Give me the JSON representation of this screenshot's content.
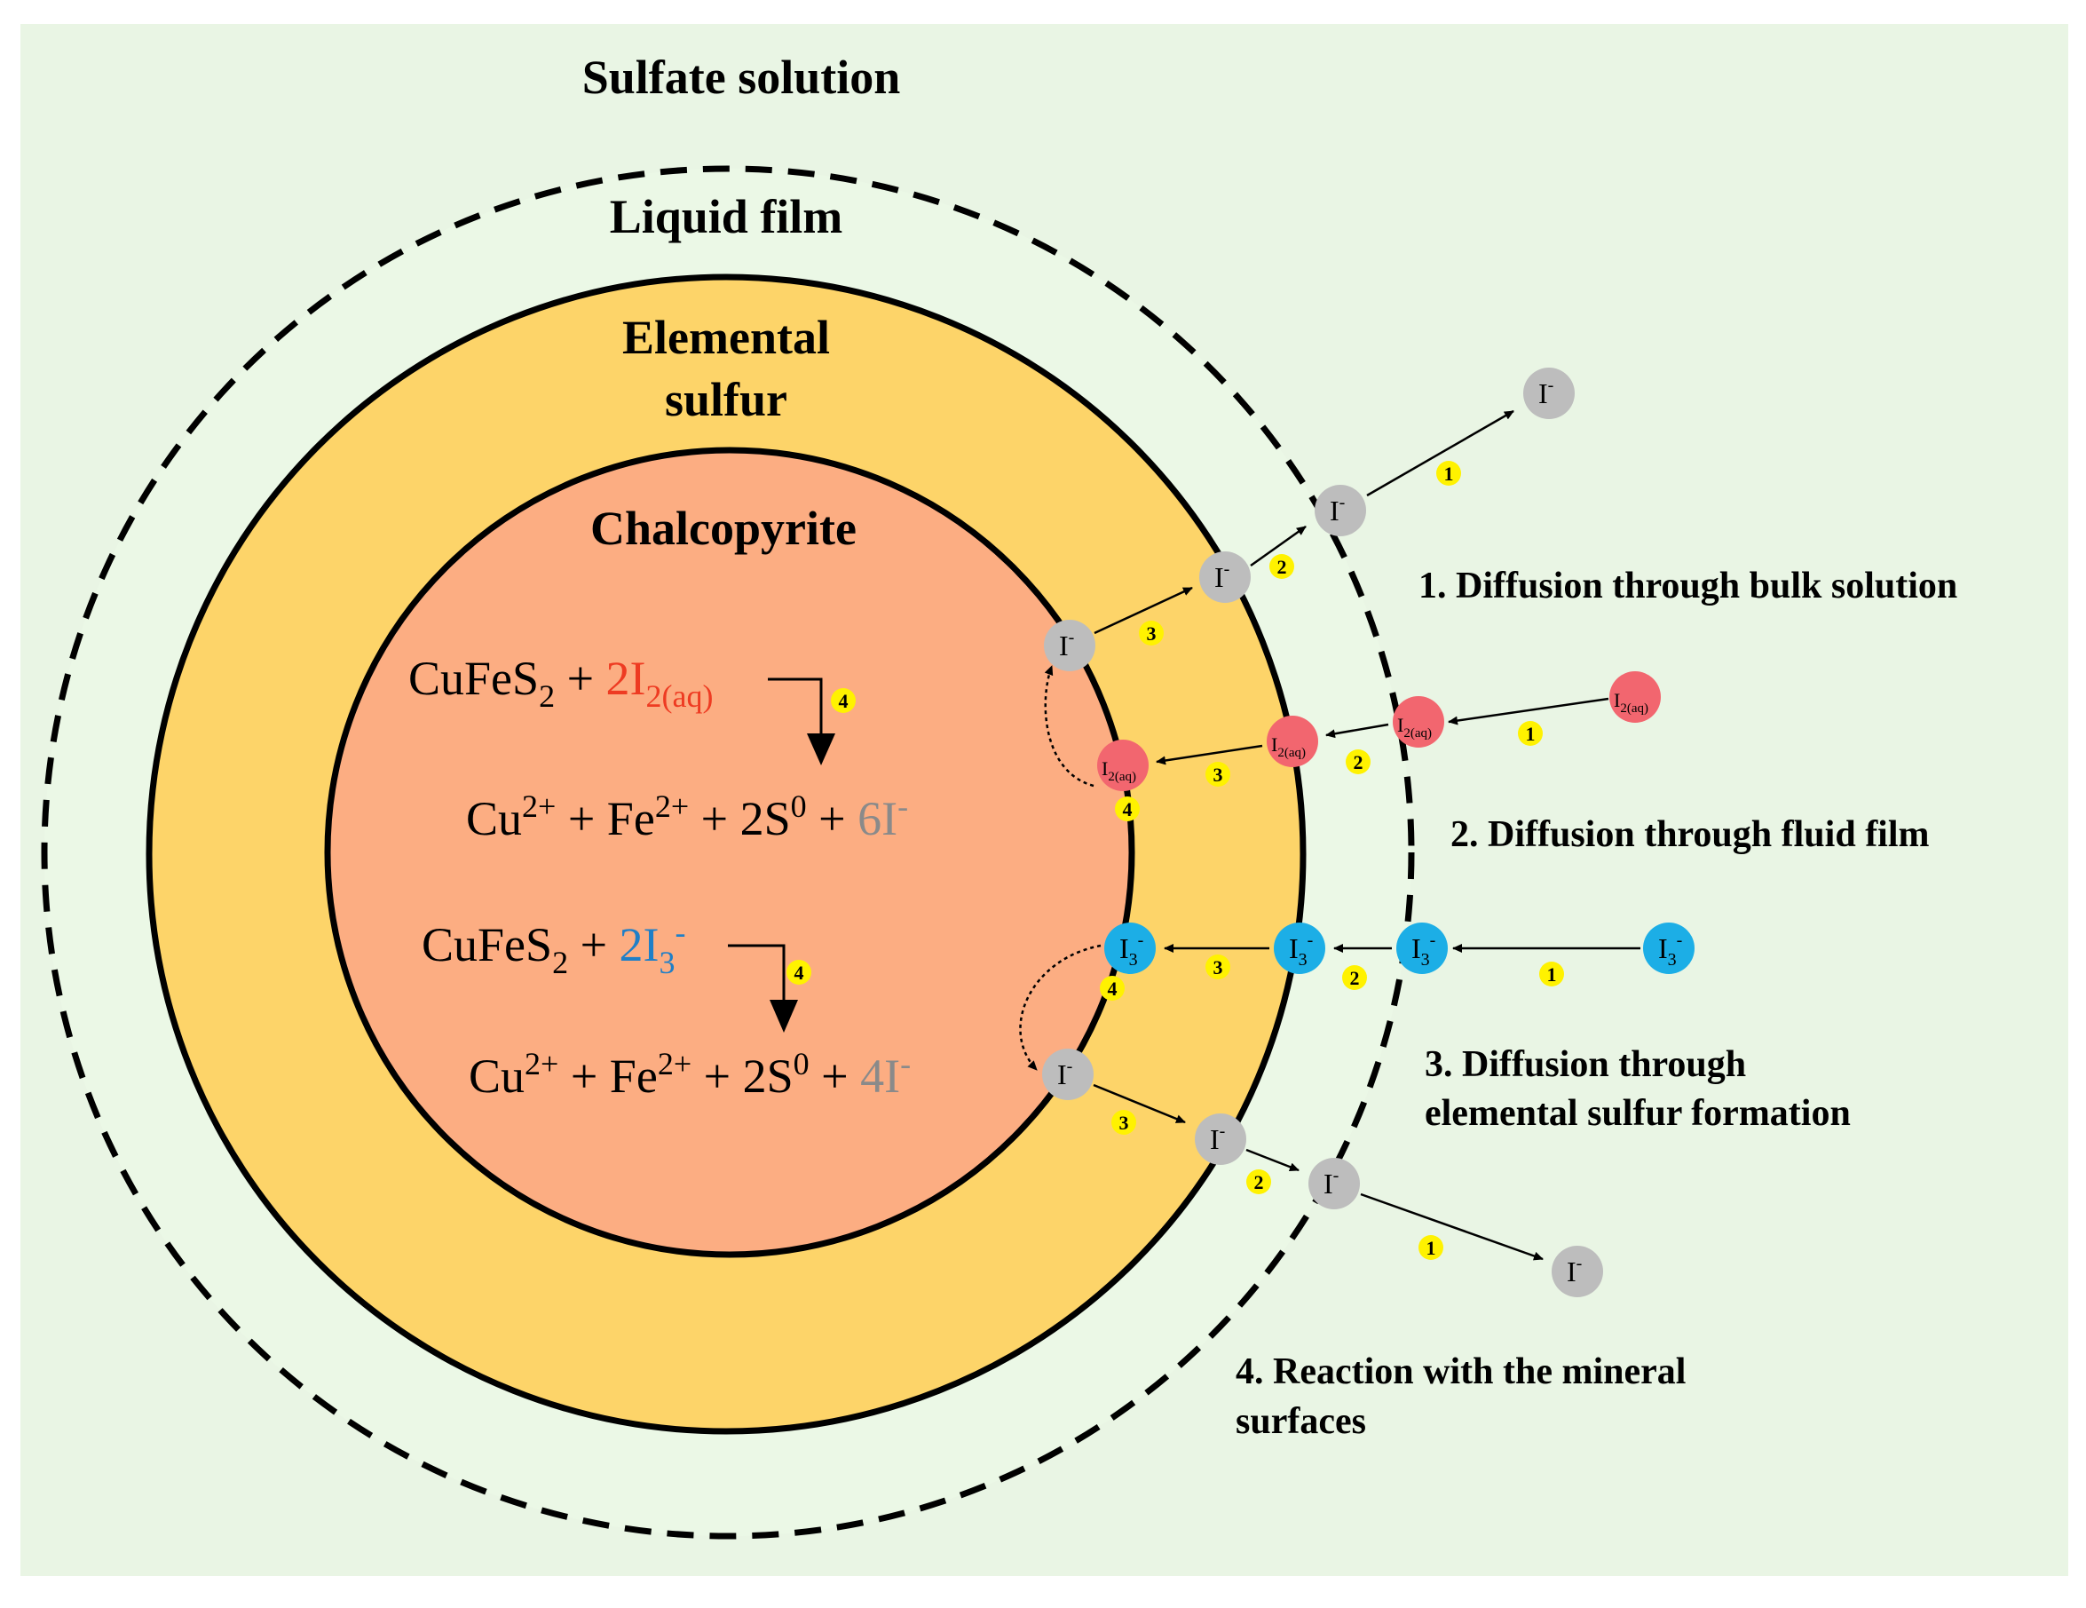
{
  "regions": {
    "bulk": "Sulfate solution",
    "film": "Liquid film",
    "sulfur_line1": "Elemental",
    "sulfur_line2": "sulfur",
    "core": "Chalcopyrite"
  },
  "steps": {
    "s1": "1. Diffusion through bulk solution",
    "s2": "2. Diffusion through fluid film",
    "s3_line1": "3. Diffusion through",
    "s3_line2": "elemental sulfur formation",
    "s4_line1": "4. Reaction with the mineral",
    "s4_line2": "surfaces"
  },
  "reaction1": {
    "mineral": "CuFeS",
    "mineral_sub": "2",
    "plus": " + ",
    "coef": "2I",
    "coef_sub": "2(aq)",
    "step": "4",
    "product_cu": "Cu",
    "product_cu_sup": "2+",
    "product_fe": " + Fe",
    "product_fe_sup": "2+",
    "product_s": " + 2S",
    "product_s_sup": "0",
    "product_plus": " + ",
    "product_i": "6I",
    "product_i_sup": "-"
  },
  "reaction2": {
    "mineral": "CuFeS",
    "mineral_sub": "2",
    "plus": " + ",
    "coef": "2I",
    "coef_sub": "3",
    "coef_sup": "-",
    "step": "4",
    "product_cu": "Cu",
    "product_cu_sup": "2+",
    "product_fe": " + Fe",
    "product_fe_sup": "2+",
    "product_s": " + 2S",
    "product_s_sup": "0",
    "product_plus": " + ",
    "product_i": "4I",
    "product_i_sup": "-"
  },
  "species": {
    "iodide": "I",
    "iodide_sup": "-",
    "iodine": "I",
    "iodine_sub": "2(aq)",
    "triiodide": "I",
    "triiodide_sub": "3",
    "triiodide_sup": "-"
  },
  "step_labels": {
    "one": "1",
    "two": "2",
    "three": "3",
    "four": "4"
  },
  "colors": {
    "background": "#ffffff",
    "bulk_panel": "#e9f5e4",
    "liquid_film": "#ebf8e6",
    "elemental_sulfur": "#fdd469",
    "chalcopyrite": "#fcad82",
    "iodide_particle": "#bdbdbd",
    "iodine_particle": "#f2666f",
    "triiodide_particle": "#1caee6",
    "iodine_text": "#ee3b22",
    "triiodide_text": "#1f7fc7",
    "iodide_text": "#8a8a8a",
    "step_badge": "#fff200"
  }
}
